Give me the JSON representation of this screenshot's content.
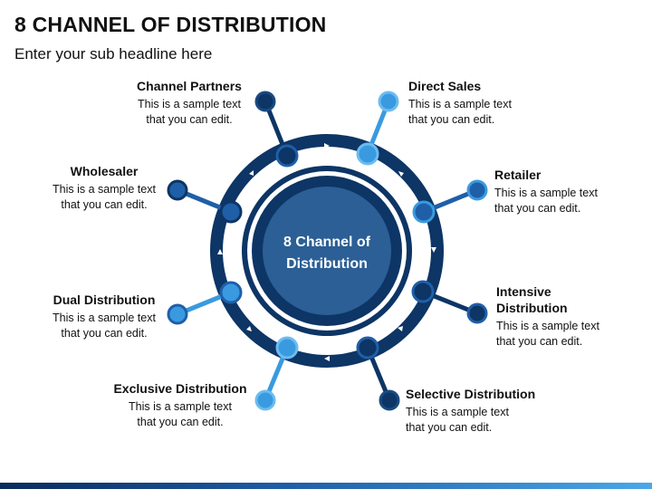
{
  "title": "8 CHANNEL OF DISTRIBUTION",
  "subtitle": "Enter your sub headline here",
  "center": {
    "line1": "8 Channel of",
    "line2": "Distribution"
  },
  "colors": {
    "dark_navy": "#0d3565",
    "mid_blue": "#1f5fa8",
    "light_blue": "#3a9ae0",
    "center_fill": "#2b5f95"
  },
  "items": [
    {
      "heading": "Channel Partners",
      "text_line1": "This is a sample text",
      "text_line2": "that you can edit."
    },
    {
      "heading": "Direct Sales",
      "text_line1": "This is a sample text",
      "text_line2": "that you can edit."
    },
    {
      "heading": "Wholesaler",
      "text_line1": "This is a sample text",
      "text_line2": "that you can edit."
    },
    {
      "heading": "Retailer",
      "text_line1": "This is a sample text",
      "text_line2": "that you can edit."
    },
    {
      "heading": "Dual Distribution",
      "text_line1": "This is a sample text",
      "text_line2": "that you can edit."
    },
    {
      "heading": "Intensive Distribution",
      "text_line1": "This is a sample text",
      "text_line2": "that you can edit."
    },
    {
      "heading": "Exclusive Distribution",
      "text_line1": "This is a sample text",
      "text_line2": "that you can edit."
    },
    {
      "heading": "Selective Distribution",
      "text_line1": "This is a sample text",
      "text_line2": "that you can edit."
    }
  ]
}
